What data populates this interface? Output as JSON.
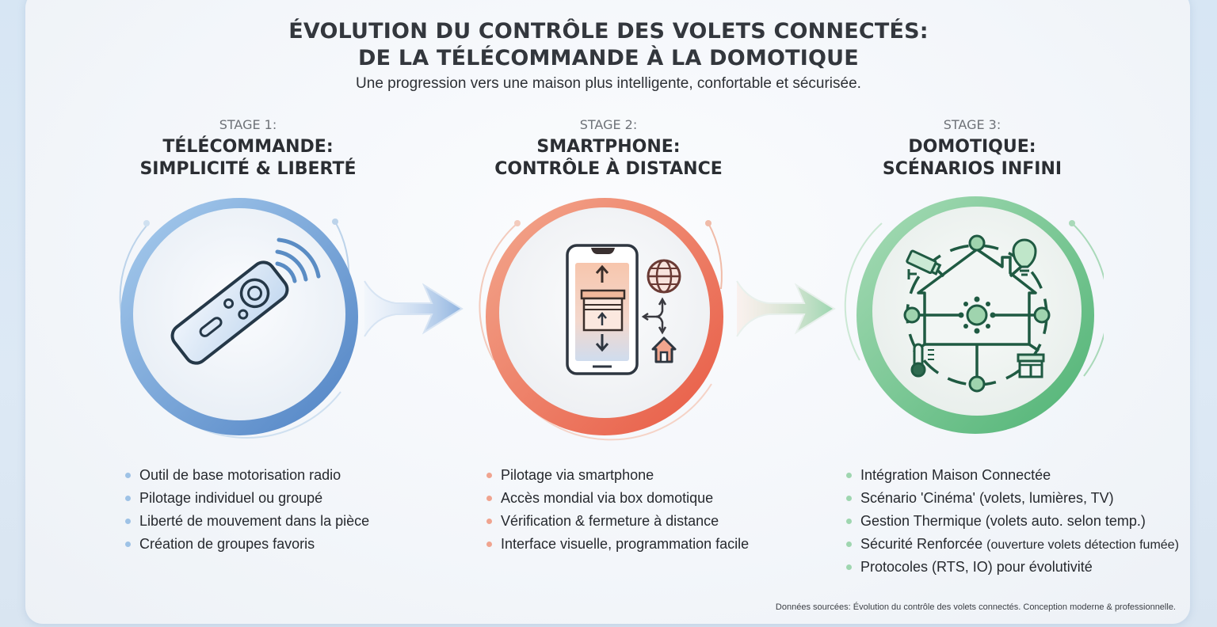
{
  "header": {
    "title_line1": "ÉVOLUTION DU CONTRÔLE DES VOLETS CONNECTÉS:",
    "title_line2": "DE LA TÉLÉCOMMANDE À LA DOMOTIQUE",
    "subtitle": "Une progression vers une maison plus intelligente, confortable et sécurisée."
  },
  "stages": [
    {
      "label": "STAGE 1:",
      "title_line1": "TÉLÉCOMMANDE:",
      "title_line2": "SIMPLICITÉ & LIBERTÉ",
      "icon": "remote-control-icon",
      "accent": "#5b8fd0",
      "bullets": [
        "Outil de base motorisation radio",
        "Pilotage individuel ou groupé",
        "Liberté de mouvement dans la pièce",
        "Création de groupes favoris"
      ]
    },
    {
      "label": "STAGE 2:",
      "title_line1": "SMARTPHONE:",
      "title_line2": "CONTRÔLE À DISTANCE",
      "icon": "smartphone-shutter-icon",
      "accent": "#ea6a52",
      "bullets": [
        "Pilotage via smartphone",
        "Accès mondial via box domotique",
        "Vérification & fermeture à distance",
        "Interface visuelle, programmation facile"
      ]
    },
    {
      "label": "STAGE 3:",
      "title_line1": "DOMOTIQUE:",
      "title_line2": "SCÉNARIOS INFINI",
      "icon": "smart-home-network-icon",
      "accent": "#5cbf7e",
      "bullets": [
        "Intégration Maison Connectée",
        "Scénario 'Cinéma' (volets, lumières, TV)",
        "Gestion Thermique (volets auto. selon temp.)",
        "Sécurité Renforcée",
        "Protocoles (RTS, IO) pour évolutivité"
      ],
      "bullet4_suffix": "(ouverture volets détection fumée)"
    }
  ],
  "footer": "Données sourcées: Évolution du contrôle des volets connectés. Conception moderne & professionnelle."
}
